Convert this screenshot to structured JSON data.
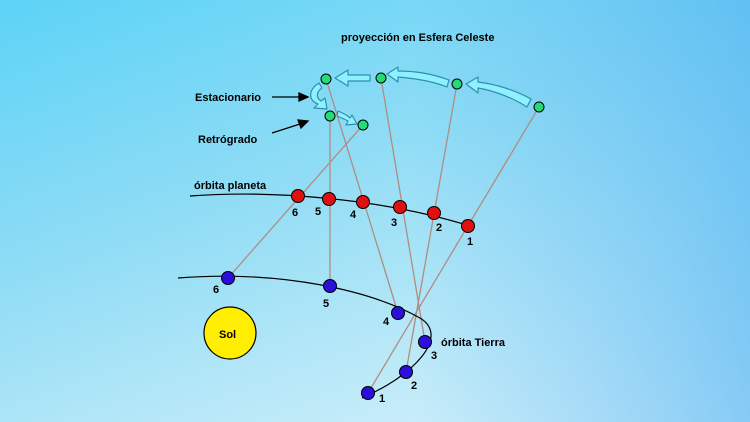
{
  "labels": {
    "celestial": "proyección en Esfera Celeste",
    "stationary": "Estacionario",
    "retrograde": "Retrógrado",
    "planet_orbit": "órbita planeta",
    "earth_orbit": "órbita Tierra",
    "sun": "Sol"
  },
  "planet_numbers": [
    "6",
    "5",
    "4",
    "3",
    "2",
    "1"
  ],
  "earth_numbers": [
    "1",
    "2",
    "3",
    "4",
    "5",
    "6"
  ],
  "colors": {
    "planet": "#e01010",
    "earth": "#2a10d8",
    "projection": "#22dd77",
    "sun": "#ffee00",
    "arrow": "#8ff0ff",
    "sight_line": "#b08d80"
  }
}
